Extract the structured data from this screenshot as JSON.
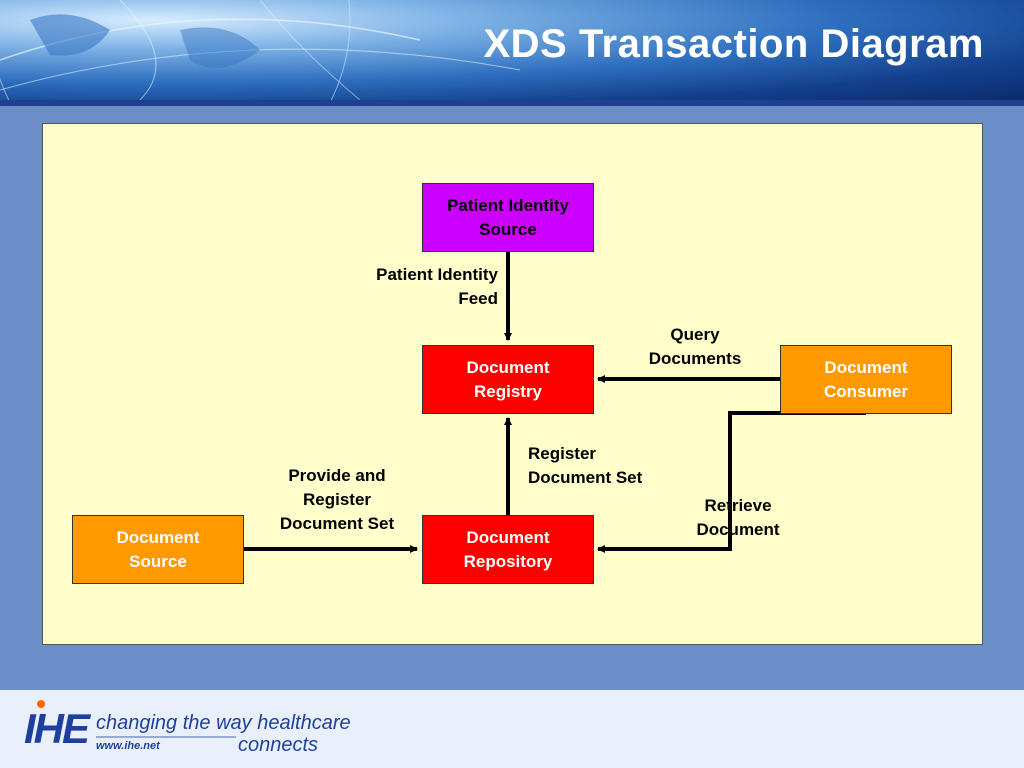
{
  "slide": {
    "title": "XDS Transaction Diagram"
  },
  "diagram": {
    "actors": {
      "patient_identity_source": "Patient Identity\nSource",
      "document_registry": "Document\nRegistry",
      "document_consumer": "Document\nConsumer",
      "document_source": "Document\nSource",
      "document_repository": "Document\nRepository"
    },
    "transactions": {
      "patient_identity_feed": "Patient Identity\nFeed",
      "query_documents": "Query\nDocuments",
      "register_document_set": "Register\nDocument Set",
      "provide_and_register": "Provide and\nRegister\nDocument Set",
      "retrieve_document": "Retrieve\nDocument"
    }
  },
  "footer": {
    "logo_text": "IHE",
    "tagline": "changing the way healthcare",
    "tagline_end": "connects",
    "url": "www.ihe.net"
  },
  "colors": {
    "patient_identity_source": "#cc00ff",
    "registry_repository": "#ff0000",
    "source_consumer": "#ff9900",
    "panel_background": "#ffffcc"
  }
}
